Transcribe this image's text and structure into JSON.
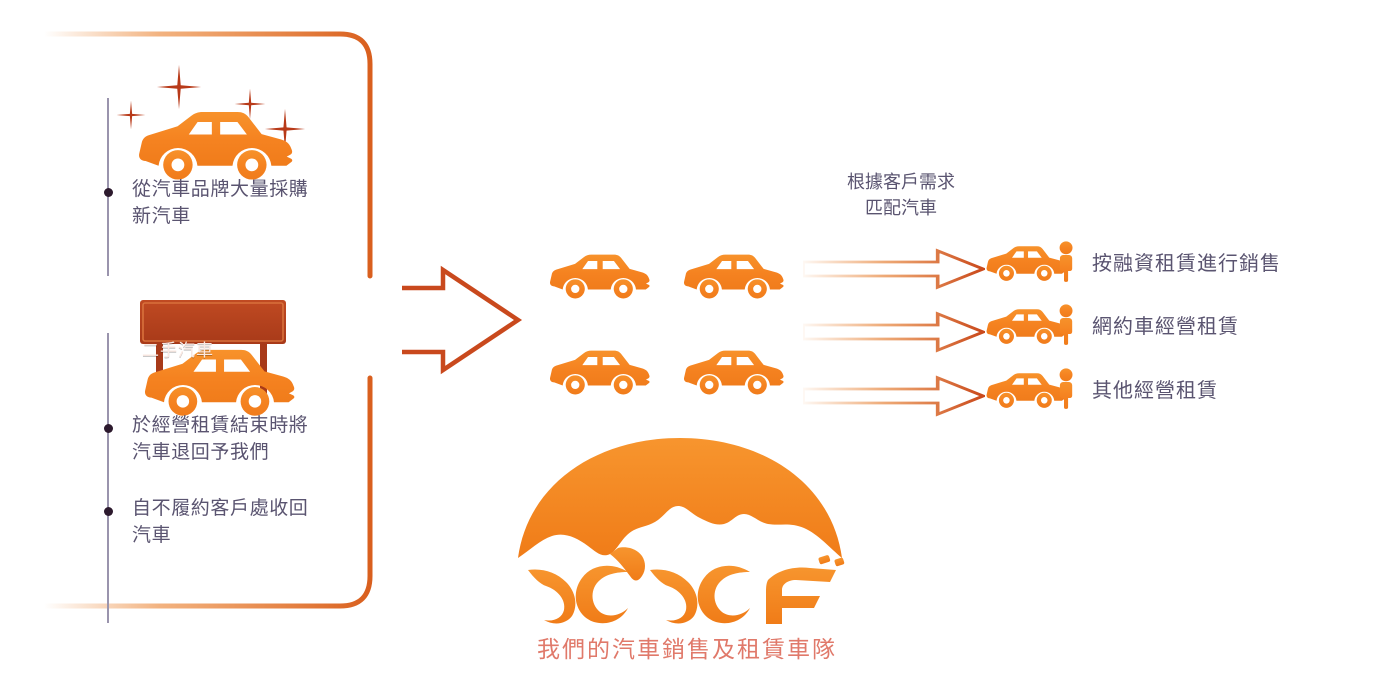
{
  "diagram": {
    "title_caption": "我們的汽車銷售及租賃車隊",
    "brand_wordmark": "JCJCF",
    "colors": {
      "orange": "#F58220",
      "orange_dark": "#E8751A",
      "brick": "#C0411F",
      "sign_red": "#B7411E",
      "text_slate": "#5A5470",
      "caption_red": "#E0796A",
      "rule_gray": "#9A94AD",
      "bullet_dark": "#2D1A2E"
    }
  },
  "sources": {
    "items": [
      {
        "icon": "new-car-with-sparkles-icon",
        "text": "從汽車品牌大量採購\n新汽車"
      },
      {
        "icon": "used-car-with-billboard-icon",
        "sign_label": "二手汽車",
        "text": "於經營租賃結束時將\n汽車退回予我們"
      },
      {
        "icon": "none",
        "text": "自不履約客戶處收回\n汽車"
      }
    ]
  },
  "fleet": {
    "icon": "car-icon",
    "count": 4,
    "logo_icon": "jcjcf-globe-logo",
    "caption": "我們的汽車銷售及租賃車隊"
  },
  "match": {
    "label": "根據客戶需求\n匹配汽車",
    "arrow_icon": "right-arrow-outline-icon"
  },
  "outputs": {
    "items": [
      {
        "icon": "car-with-person-icon",
        "arrow_icon": "right-arrow-outline-icon",
        "label": "按融資租賃進行銷售"
      },
      {
        "icon": "car-with-person-icon",
        "arrow_icon": "right-arrow-outline-icon",
        "label": "網約車經營租賃"
      },
      {
        "icon": "car-with-person-icon",
        "arrow_icon": "right-arrow-outline-icon",
        "label": "其他經營租賃"
      }
    ]
  },
  "big_arrow": {
    "icon": "merge-arrow-outline-icon"
  }
}
